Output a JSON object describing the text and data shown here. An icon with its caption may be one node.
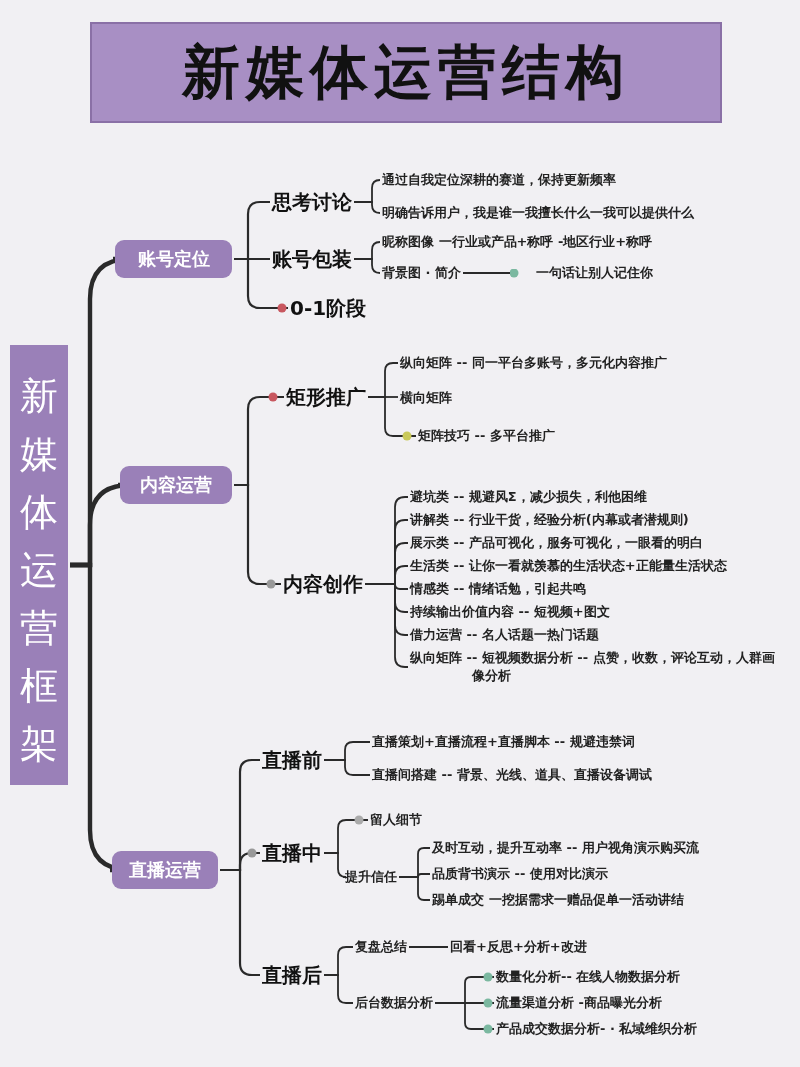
{
  "diagram": {
    "title": "新媒体运营结构",
    "nodes": [
      {
        "text": [
          "新媒体运营框架"
        ]
      },
      {
        "text": [
          "账号定位"
        ]
      },
      {
        "text": [
          "思考讨论"
        ]
      },
      {
        "text": [
          "通过自我定位深耕的赛道，保持更新频率"
        ]
      },
      {
        "text": [
          "明确告诉用户，我是谁一我擅长什么一我可以提供什么"
        ]
      },
      {
        "text": [
          "账号包装"
        ]
      },
      {
        "text": [
          "昵称图像 一行业或产品+称呼 -地区行业+称呼"
        ]
      },
      {
        "text": [
          "背景图 · 简介"
        ]
      },
      {
        "text": [
          "一句话让别人记住你"
        ]
      },
      {
        "text": [
          "0-1阶段"
        ]
      },
      {
        "text": [
          "内容运营"
        ]
      },
      {
        "text": [
          "矩形推广"
        ]
      },
      {
        "text": [
          "纵向矩阵 -- 同一平台多账号，多元化内容推广"
        ]
      },
      {
        "text": [
          "横向矩阵"
        ]
      },
      {
        "text": [
          "矩阵技巧 -- 多平台推广"
        ]
      },
      {
        "text": [
          "内容创作"
        ]
      },
      {
        "text": [
          "避坑类 -- 规避风Σ，减少损失，利他困维"
        ]
      },
      {
        "text": [
          "讲解类 -- 行业干货，经验分析(内幕或者潜规则)"
        ]
      },
      {
        "text": [
          "展示类 -- 产品可视化，服务可视化，一眼看的明白"
        ]
      },
      {
        "text": [
          "生活类 -- 让你一看就羡慕的生活状态+正能量生活状态"
        ]
      },
      {
        "text": [
          "情感类 -- 情绪话勉，引起共鸣"
        ]
      },
      {
        "text": [
          "持续输出价值内容 -- 短视频+图文"
        ]
      },
      {
        "text": [
          "借力运营 -- 名人话题一热门话题"
        ]
      },
      {
        "text": [
          "纵向矩阵 -- 短视频数据分析 -- 点赞，收数，评论互动，人群画像分析"
        ]
      },
      {
        "text": [
          "直播运营"
        ]
      },
      {
        "text": [
          "直播前"
        ]
      },
      {
        "text": [
          "直播策划+直播流程+直播脚本 -- 规避违禁词"
        ]
      },
      {
        "text": [
          "直播间搭建 -- 背景、光线、道具、直播设备调试"
        ]
      },
      {
        "text": [
          "直播中"
        ]
      },
      {
        "text": [
          "留人细节"
        ]
      },
      {
        "text": [
          "提升信任"
        ]
      },
      {
        "text": [
          "及时互动，提升互动率 -- 用户视角演示购买流"
        ]
      },
      {
        "text": [
          "品质背书演示 -- 使用对比演示"
        ]
      },
      {
        "text": [
          "踢单成交 一挖据需求一赠品促单一活动讲结"
        ]
      },
      {
        "text": [
          "直播后"
        ]
      },
      {
        "text": [
          "复盘总结"
        ]
      },
      {
        "text": [
          "回看+反思+分析+改进"
        ]
      },
      {
        "text": [
          "后台数据分析"
        ]
      },
      {
        "text": [
          "数量化分析-- 在线人物数据分析"
        ]
      },
      {
        "text": [
          "流量渠道分析 -商品曝光分析"
        ]
      },
      {
        "text": [
          "产品成交数据分析- · 私域维织分析"
        ]
      }
    ],
    "edges": [
      {
        "from": 0,
        "to": 1,
        "arrow": "none",
        "style": "thick"
      },
      {
        "from": 0,
        "to": 10,
        "arrow": "none",
        "style": "thick"
      },
      {
        "from": 0,
        "to": 24,
        "arrow": "none",
        "style": "thick"
      },
      {
        "from": 1,
        "to": 2,
        "arrow": "none"
      },
      {
        "from": 1,
        "to": 5,
        "arrow": "none"
      },
      {
        "from": 1,
        "to": 9,
        "arrow": "none"
      },
      {
        "from": 2,
        "to": 3,
        "arrow": "none"
      },
      {
        "from": 2,
        "to": 4,
        "arrow": "none"
      },
      {
        "from": 5,
        "to": 6,
        "arrow": "none"
      },
      {
        "from": 5,
        "to": 7,
        "arrow": "none"
      },
      {
        "from": 7,
        "to": 8,
        "arrow": "other"
      },
      {
        "from": 10,
        "to": 11,
        "arrow": "none"
      },
      {
        "from": 10,
        "to": 15,
        "arrow": "none"
      },
      {
        "from": 11,
        "to": 12,
        "arrow": "none"
      },
      {
        "from": 11,
        "to": 13,
        "arrow": "none"
      },
      {
        "from": 11,
        "to": 14,
        "arrow": "none"
      },
      {
        "from": 15,
        "to": 16,
        "arrow": "none"
      },
      {
        "from": 15,
        "to": 17,
        "arrow": "none"
      },
      {
        "from": 15,
        "to": 18,
        "arrow": "none"
      },
      {
        "from": 15,
        "to": 19,
        "arrow": "none"
      },
      {
        "from": 15,
        "to": 20,
        "arrow": "none"
      },
      {
        "from": 15,
        "to": 21,
        "arrow": "none"
      },
      {
        "from": 15,
        "to": 22,
        "arrow": "none"
      },
      {
        "from": 15,
        "to": 23,
        "arrow": "none"
      },
      {
        "from": 24,
        "to": 25,
        "arrow": "none"
      },
      {
        "from": 24,
        "to": 28,
        "arrow": "none"
      },
      {
        "from": 24,
        "to": 34,
        "arrow": "none"
      },
      {
        "from": 25,
        "to": 26,
        "arrow": "none"
      },
      {
        "from": 25,
        "to": 27,
        "arrow": "none"
      },
      {
        "from": 28,
        "to": 29,
        "arrow": "none"
      },
      {
        "from": 28,
        "to": 30,
        "arrow": "none"
      },
      {
        "from": 30,
        "to": 31,
        "arrow": "none"
      },
      {
        "from": 30,
        "to": 32,
        "arrow": "none"
      },
      {
        "from": 30,
        "to": 33,
        "arrow": "none"
      },
      {
        "from": 34,
        "to": 35,
        "arrow": "none"
      },
      {
        "from": 34,
        "to": 37,
        "arrow": "none"
      },
      {
        "from": 35,
        "to": 36,
        "arrow": "none"
      },
      {
        "from": 37,
        "to": 38,
        "arrow": "none"
      },
      {
        "from": 37,
        "to": 39,
        "arrow": "none"
      },
      {
        "from": 37,
        "to": 40,
        "arrow": "none"
      }
    ]
  }
}
